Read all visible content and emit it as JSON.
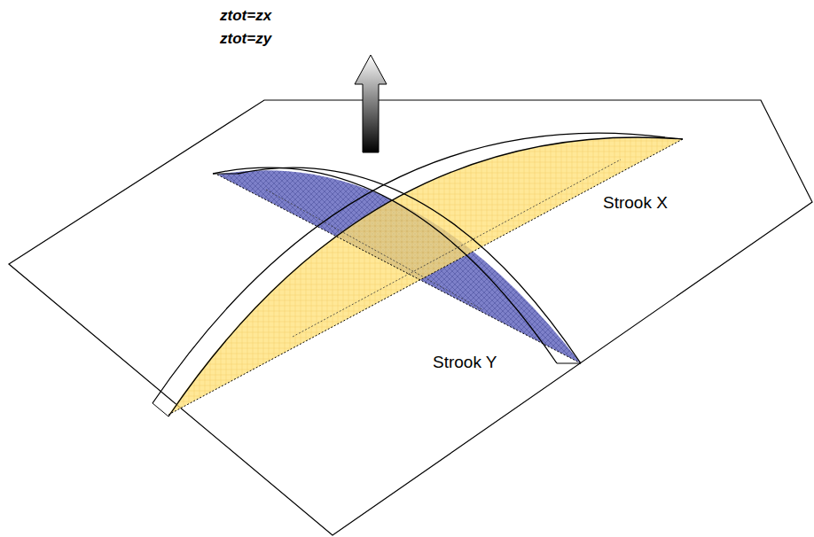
{
  "diagram": {
    "labels": [
      "ztot=zx",
      "ztot=zy",
      "Strook X",
      "Strook Y"
    ]
  }
}
